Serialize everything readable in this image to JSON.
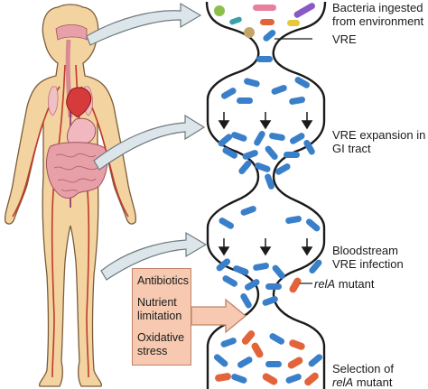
{
  "labels": {
    "ingested_line1": "Bacteria ingested",
    "ingested_line2": "from environment",
    "vre": "VRE",
    "expansion_line1": "VRE expansion in",
    "expansion_line2": "GI tract",
    "blood_line1": "Bloodstream",
    "blood_line2": "VRE infection",
    "rela_italic": "relA",
    "mutant_word": " mutant",
    "selection_line1": "Selection of",
    "selection_italic": "relA",
    "selection_suffix": " mutant"
  },
  "stress_box": {
    "item1": "Antibiotics",
    "item2_line1": "Nutrient",
    "item2_line2": "limitation",
    "item3_line1": "Oxidative",
    "item3_line2": "stress"
  },
  "colors": {
    "vre_blue": "#3a7fc9",
    "relA_orange": "#e2643a",
    "body_skin": "#f3d4a0",
    "body_outline": "#7a5c3a",
    "vessel_red": "#c0392b",
    "gut_pink": "#e8a0a8",
    "arrow_fill": "#dce6ea",
    "stress_fill": "#f6c9b0"
  }
}
